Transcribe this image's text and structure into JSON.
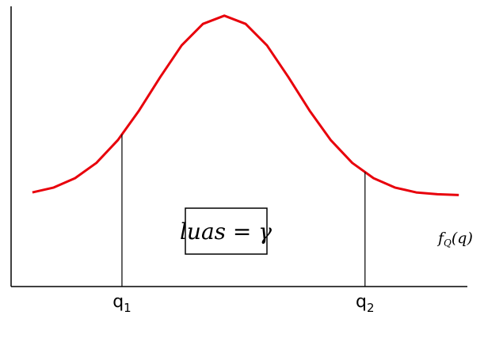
{
  "colors": {
    "curve": "#e8000b",
    "axis": "#000000",
    "background": "#ffffff"
  },
  "labels": {
    "q1": {
      "base": "q",
      "sub": "1"
    },
    "q2": {
      "base": "q",
      "sub": "2"
    },
    "curve": {
      "base": "f",
      "sub": "Q",
      "arg": "(q)"
    },
    "annotation": "luas = γ"
  },
  "chart_data": {
    "type": "line",
    "series": [
      {
        "x": [
          0,
          0.5,
          1,
          1.5,
          2,
          2.5,
          3,
          3.5,
          4,
          4.5,
          5,
          5.5,
          6,
          6.5,
          7,
          7.5,
          8,
          8.5,
          9,
          9.5,
          10
        ],
        "y": [
          0.054,
          0.08,
          0.13,
          0.212,
          0.333,
          0.492,
          0.672,
          0.841,
          0.956,
          1.0,
          0.956,
          0.841,
          0.672,
          0.492,
          0.333,
          0.212,
          0.13,
          0.08,
          0.054,
          0.044,
          0.04
        ]
      }
    ],
    "markers": [
      {
        "x": 2.1
      },
      {
        "x": 7.8
      }
    ],
    "xlim": [
      -0.5,
      10.2
    ],
    "ylim": [
      -0.45,
      1.05
    ]
  }
}
